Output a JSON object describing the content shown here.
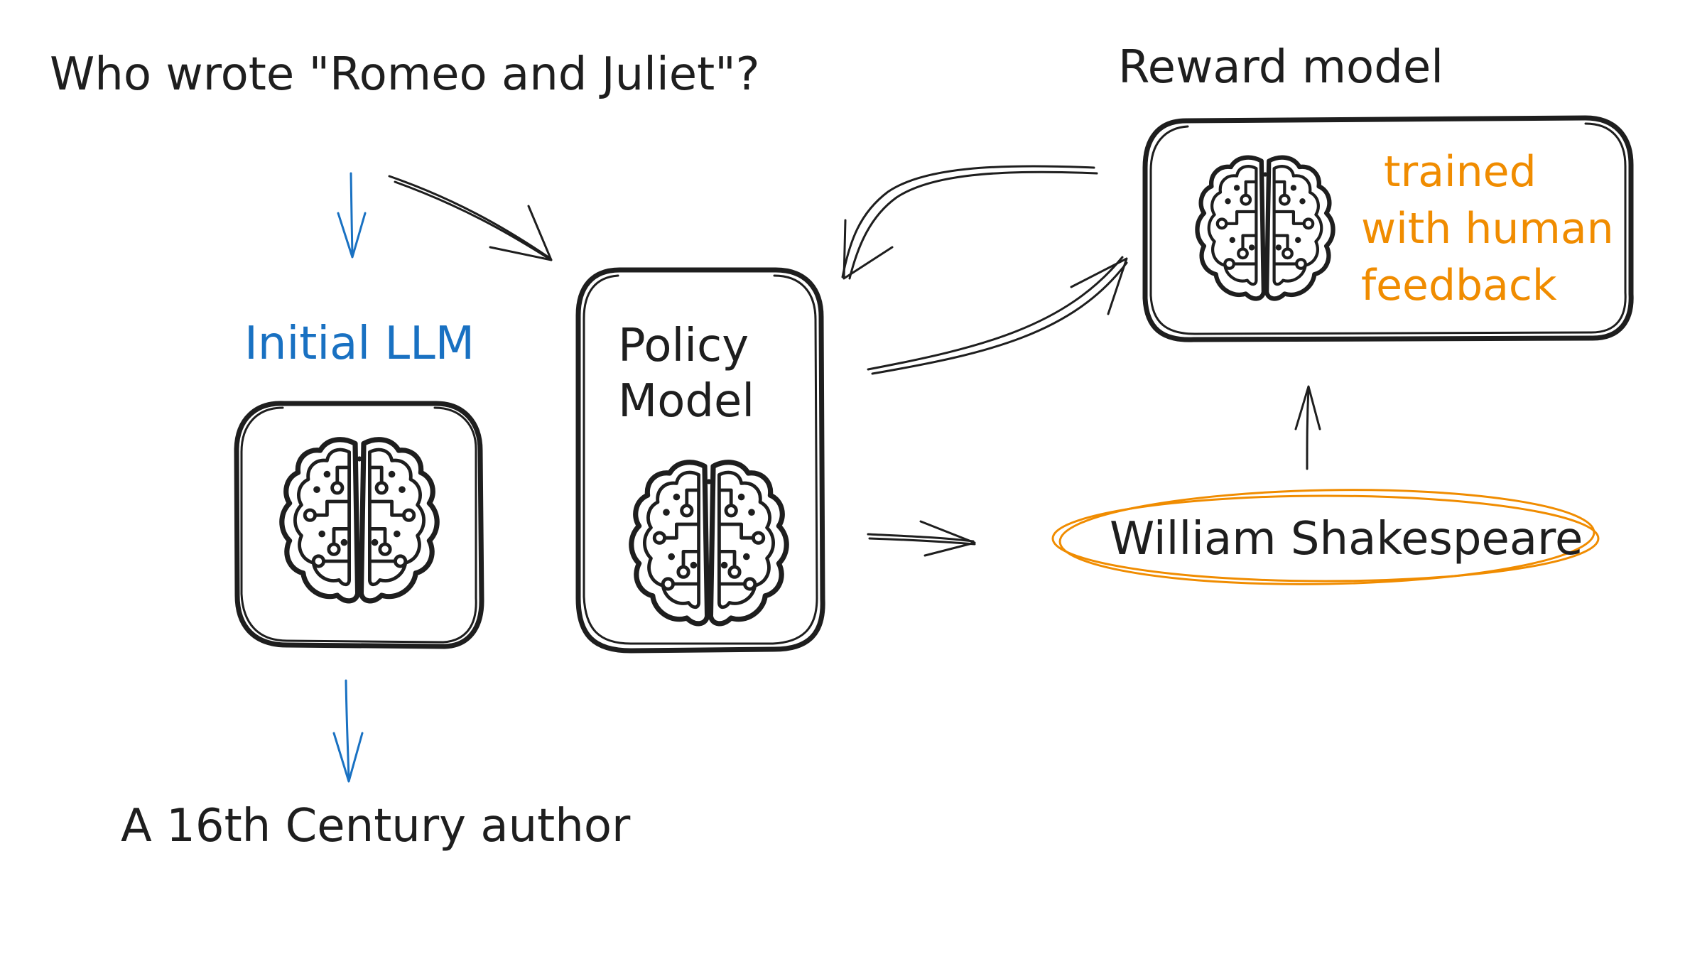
{
  "question": "Who wrote \"Romeo and Juliet\"?",
  "initial_llm": {
    "label": "Initial LLM",
    "output": "A 16th Century author"
  },
  "policy_model": {
    "line1": "Policy",
    "line2": "Model",
    "output": "William Shakespeare"
  },
  "reward_model": {
    "title": "Reward model",
    "note_lines": [
      "trained",
      "with human",
      "feedback"
    ]
  },
  "colors": {
    "ink": "#1e1e1e",
    "blue": "#1971c2",
    "orange": "#f08c00"
  },
  "icons": [
    "brain-circuit-icon"
  ]
}
